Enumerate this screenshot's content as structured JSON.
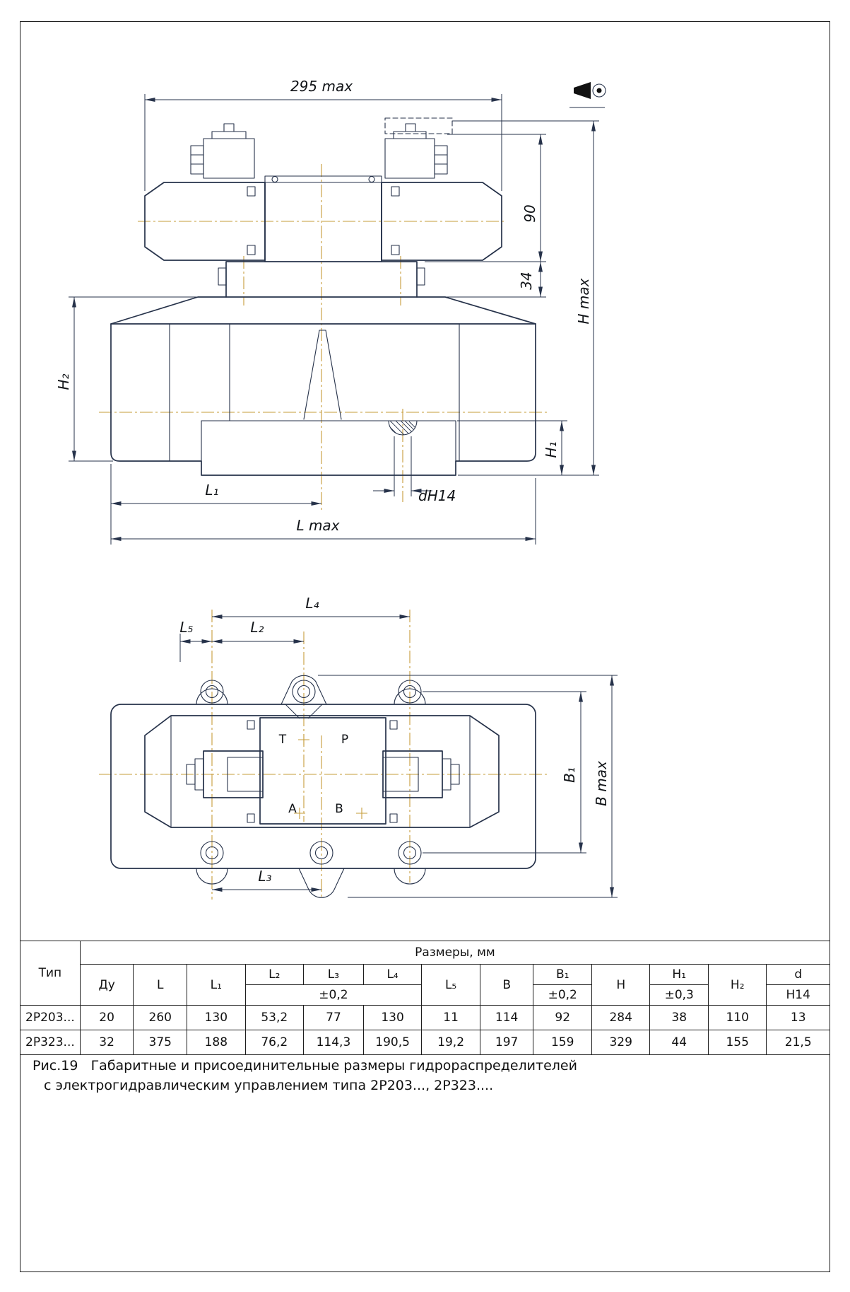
{
  "colors": {
    "line": "#26324a",
    "centerline": "#c69c3a",
    "text": "#111111"
  },
  "front_view": {
    "dim_width_overall": "295 max",
    "dim_90": "90",
    "dim_34": "34",
    "dim_h_max": "H max",
    "dim_h2": "H₂",
    "dim_h1": "H₁",
    "dim_l1": "L₁",
    "dim_hole": "dH14",
    "dim_l_max": "L max"
  },
  "top_view": {
    "dim_l4": "L₄",
    "dim_l5": "L₅",
    "dim_l2": "L₂",
    "dim_l3": "L₃",
    "dim_b1": "B₁",
    "dim_b_max": "B max",
    "port_t": "T",
    "port_p": "P",
    "port_a": "A",
    "port_b": "B"
  },
  "table": {
    "title": "Размеры, мм",
    "type_header": "Тип",
    "headers": {
      "du": "Ду",
      "l": "L",
      "l1": "L₁",
      "l2": "L₂",
      "l3": "L₃",
      "l4": "L₄",
      "l5": "L₅",
      "b": "B",
      "b1": "B₁",
      "h": "H",
      "h1": "H₁",
      "h2": "H₂",
      "d": "d"
    },
    "tolerances": {
      "l_group": "±0,2",
      "b1": "±0,2",
      "h1": "±0,3",
      "d": "H14"
    },
    "rows": [
      [
        "2Р203...",
        "20",
        "260",
        "130",
        "53,2",
        "77",
        "130",
        "11",
        "114",
        "92",
        "284",
        "38",
        "110",
        "13"
      ],
      [
        "2Р323...",
        "32",
        "375",
        "188",
        "76,2",
        "114,3",
        "190,5",
        "19,2",
        "197",
        "159",
        "329",
        "44",
        "155",
        "21,5"
      ]
    ]
  },
  "caption": {
    "figure": "Рис.19",
    "line1": "Габаритные и присоединительные размеры гидрораспределителей",
    "line2": "с электрогидравлическим управлением типа 2Р203..., 2Р323...."
  }
}
